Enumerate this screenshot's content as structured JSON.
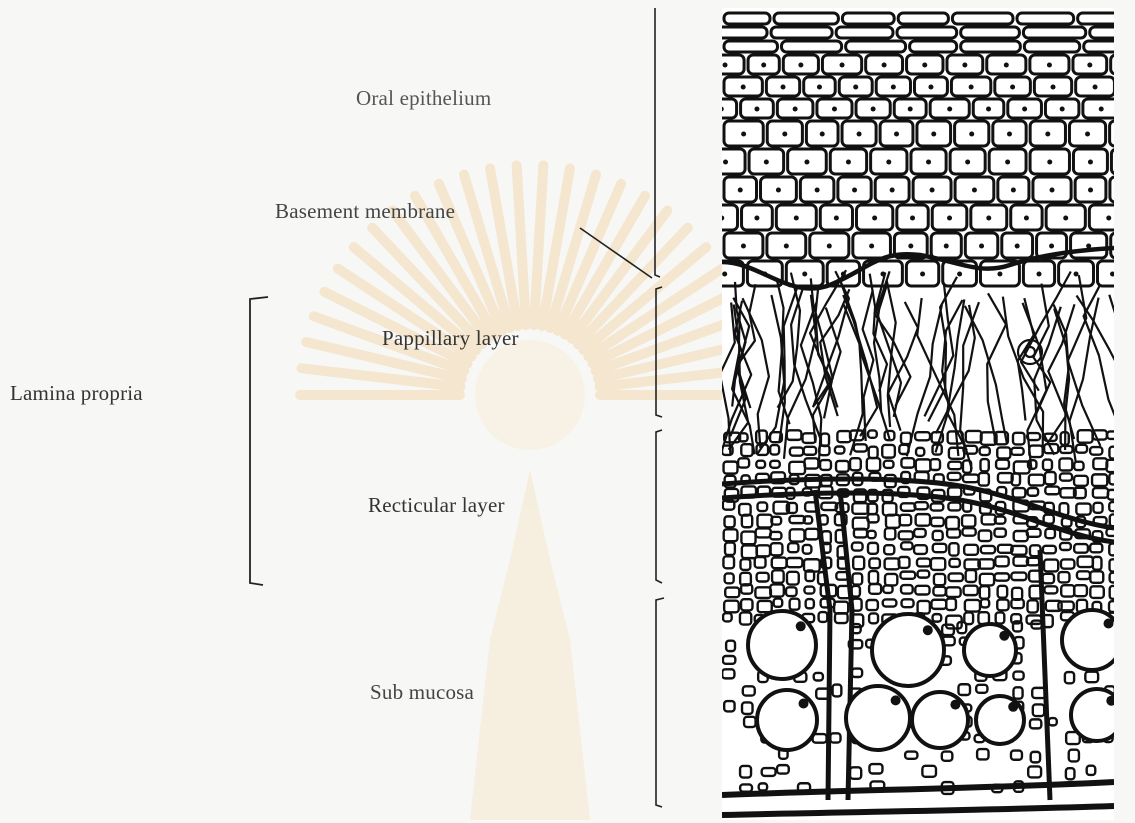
{
  "labels": {
    "oral_epithelium": "Oral epithelium",
    "basement_membrane": "Basement membrane",
    "papillary_layer": "Pappillary layer",
    "lamina_propria": "Lamina propria",
    "reticular_layer": "Recticular layer",
    "sub_mucosa": "Sub mucosa"
  },
  "colors": {
    "ink": "#111111",
    "paper": "#f7f7f5",
    "watermark": "#f2d9a8"
  }
}
